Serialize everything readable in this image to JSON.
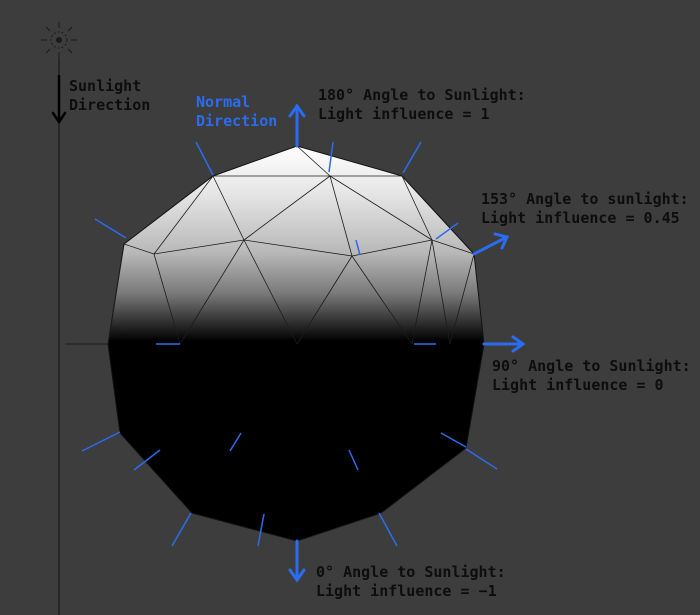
{
  "sun": {
    "icon": "sun-lamp-icon",
    "label_line1": "Sunlight",
    "label_line2": "Direction"
  },
  "normal": {
    "label_line1": "Normal",
    "label_line2": "Direction"
  },
  "annotations": {
    "top": {
      "line1": "180° Angle to Sunlight:",
      "line2": "Light influence = 1"
    },
    "upper": {
      "line1": "153° Angle to sunlight:",
      "line2": "Light influence = 0.45"
    },
    "middle": {
      "line1": "90° Angle to Sunlight:",
      "line2": "Light influence = 0"
    },
    "bottom": {
      "line1": "0° Angle to Sunlight:",
      "line2": "Light influence = −1"
    }
  },
  "colors": {
    "background": "#3d3d3d",
    "normal_blue": "#2b6cf0",
    "text": "#0d0d0d",
    "shadow": "#000000",
    "lit": "#ffffff"
  }
}
